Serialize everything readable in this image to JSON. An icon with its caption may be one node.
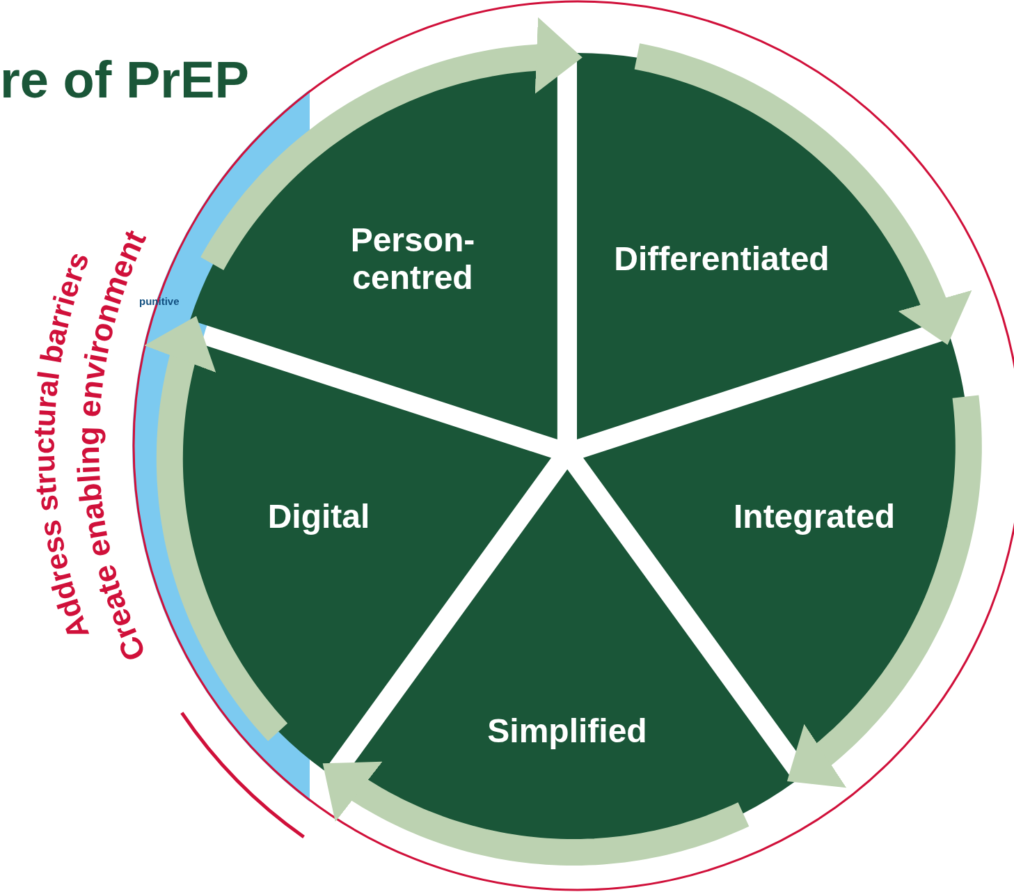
{
  "diagram": {
    "title": "re of PrEP",
    "nodes": [
      {
        "text": [
          "Person- centred"
        ]
      },
      {
        "text": [
          "Differentiated"
        ]
      },
      {
        "text": [
          "Integrated"
        ]
      },
      {
        "text": [
          "Simplified"
        ]
      },
      {
        "text": [
          "Digital"
        ]
      }
    ],
    "edges": [
      {
        "from": 0,
        "to": 1,
        "arrow": "to"
      },
      {
        "from": 1,
        "to": 2,
        "arrow": "to"
      },
      {
        "from": 2,
        "to": 3,
        "arrow": "to"
      },
      {
        "from": 3,
        "to": 4,
        "arrow": "to"
      },
      {
        "from": 4,
        "to": 0,
        "arrow": "to"
      }
    ],
    "labels": [
      "Address structural barriers",
      "Create enabling environment",
      "punitive"
    ]
  }
}
